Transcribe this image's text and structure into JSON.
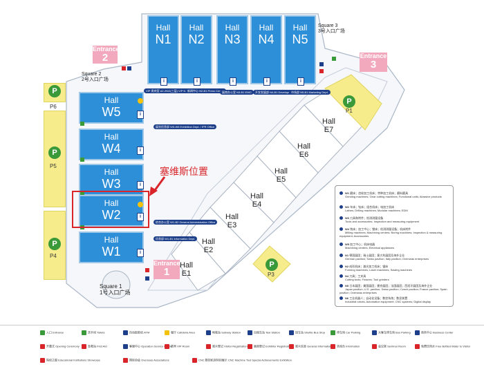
{
  "halls_north": [
    {
      "word": "Hall",
      "num": "N1"
    },
    {
      "word": "Hall",
      "num": "N2"
    },
    {
      "word": "Hall",
      "num": "N3"
    },
    {
      "word": "Hall",
      "num": "N4"
    },
    {
      "word": "Hall",
      "num": "N5"
    }
  ],
  "halls_west": [
    {
      "word": "Hall",
      "num": "W5"
    },
    {
      "word": "Hall",
      "num": "W4"
    },
    {
      "word": "Hall",
      "num": "W3"
    },
    {
      "word": "Hall",
      "num": "W2"
    },
    {
      "word": "Hall",
      "num": "W1"
    }
  ],
  "halls_east": [
    {
      "word": "Hall",
      "num": "E7"
    },
    {
      "word": "Hall",
      "num": "E6"
    },
    {
      "word": "Hall",
      "num": "E5"
    },
    {
      "word": "Hall",
      "num": "E4"
    },
    {
      "word": "Hall",
      "num": "E3"
    },
    {
      "word": "Hall",
      "num": "E2"
    },
    {
      "word": "Hall",
      "num": "E1"
    }
  ],
  "parking": {
    "p_letter": "P",
    "p1": "P1",
    "p3": "P3",
    "p4": "P4",
    "p5": "P5",
    "p6": "P6"
  },
  "entrances": {
    "e1": {
      "word": "Entrance",
      "num": "1"
    },
    "e2": {
      "word": "Entrance",
      "num": "2"
    },
    "e3": {
      "word": "Entrance",
      "num": "3"
    }
  },
  "squares": {
    "sq1_en": "Square 1",
    "sq1_cn": "1号入口广场",
    "sq2_en": "Square 2",
    "sq2_cn": "2号入口广场",
    "sq3_en": "Square 3",
    "sq3_cn": "3号入口广场"
  },
  "callout": "塞维斯位置",
  "tags": {
    "n1": "VIP 贵宾室 A2-2N/2(三层) VIP Meeting Room 1 (3F)",
    "n2": "新闻中心 N2-B1 Press Center",
    "n3": "展商办公室 N3-B1 EMO",
    "n4": "开发发展部 N4-B1 Development Dept.",
    "n5": "市场部 N5-B1 Marketing Dept.",
    "w5": "展览信息部 W5-W6 Exhibition Dept. / IPR Office",
    "w2": "综合办公室 W1-B2 General Administration Office",
    "w1": "信息部 W1-B1 Information Dept."
  },
  "legend": [
    {
      "code": "W1",
      "cn": "磨床；齿轮加工机床；特种加工机床；磨料磨具",
      "en": "Grinding machines; Gear cutting machines; Functional units; Abrasive products"
    },
    {
      "code": "W2",
      "cn": "车床；钻床；组合机床；电加工机床",
      "en": "Lathes; Drilling machines; Modular machines; EDM"
    },
    {
      "code": "W3",
      "cn": "刀具和附件；检测测量设备",
      "en": "Tools and accessories; Inspection and measuring equipment"
    },
    {
      "code": "W4",
      "cn": "铣床；加工中心；镗床；检测测量设备；机床附件",
      "en": "Milling machines; Machining centers; Boring machines; Inspection & measuring equipment; Accessories"
    },
    {
      "code": "W5",
      "cn": "加工中心；机床电器",
      "en": "Machining centers; Electrical appliances"
    },
    {
      "code": "N1",
      "cn": "德国展团；瑞士展团；意大利展团及海外企业",
      "en": "German pavilion; Swiss pavilion; Italy pavilion; Overseas enterprises"
    },
    {
      "code": "N2",
      "cn": "成形机床；激光加工机床；锯床",
      "en": "Forming machines; Laser machines; Sawing machines"
    },
    {
      "code": "N4",
      "cn": "刀具；工夹具",
      "en": "Cutting tools; Fixtures; Tool grinders"
    },
    {
      "code": "N5",
      "cn": "日本展团；美国展团；捷克展团；法国展团；西班牙展团及海外企业",
      "en": "Japan pavilion; U.S. pavilion; Swiss pavilion; Czech pavilion; France pavilion; Spain pavilion; Overseas enterprises"
    },
    {
      "code": "N6",
      "cn": "工业机器人；自动化设备；数控系统；数显装置",
      "en": "Industrial robots; Automation equipment; CNC systems; Digital display"
    }
  ],
  "footer": [
    {
      "cn": "入口",
      "en": "Entrance"
    },
    {
      "cn": "洗手间",
      "en": "Toilets"
    },
    {
      "cn": "自动取款机",
      "en": "ATM"
    },
    {
      "cn": "餐厅",
      "en": "Cafeteria Area"
    },
    {
      "cn": "地铁站",
      "en": "Subway Station"
    },
    {
      "cn": "出租车站",
      "en": "Taxi Station"
    },
    {
      "cn": "班车站",
      "en": "Shuttle Bus Stop"
    },
    {
      "cn": "停车场",
      "en": "Car Parking"
    },
    {
      "cn": "大客车停车场",
      "en": "Bus Parking"
    },
    {
      "cn": "商务中心",
      "en": "Business Center"
    },
    {
      "cn": "开幕式",
      "en": "Opening Ceremony"
    },
    {
      "cn": "急救站",
      "en": "First Aid"
    },
    {
      "cn": "客服中心",
      "en": "Operation Service Centre"
    },
    {
      "cn": "贵宾",
      "en": "VIP Room"
    },
    {
      "cn": "观众登记",
      "en": "Visitor Registration"
    },
    {
      "cn": "展商登记",
      "en": "Exhibitor Registration"
    },
    {
      "cn": "观众信息",
      "en": "General Information"
    },
    {
      "cn": "咨询台",
      "en": "Information"
    },
    {
      "cn": "会议室",
      "en": "Seminar Room"
    },
    {
      "cn": "免费饮用水",
      "en": "Free Bottled Water to Visitor"
    },
    {
      "cn": "院校之窗",
      "en": "Educational Institutions Showcase"
    },
    {
      "cn": "国际协会",
      "en": "Overseas Associations"
    },
    {
      "cn": "CNC 数控机床特别展示",
      "en": "CNC Machine Tool Special Achievements Exhibition"
    }
  ]
}
